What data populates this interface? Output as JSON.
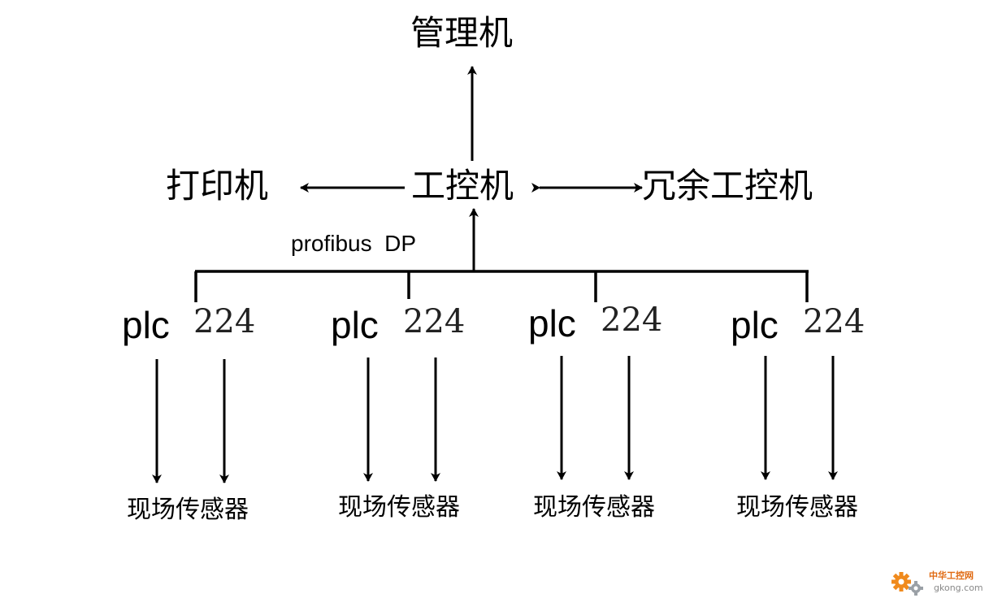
{
  "nodes": {
    "management": "管理机",
    "industrial_pc": "工控机",
    "printer": "打印机",
    "redundant_pc": "冗余工控机"
  },
  "bus_label": "profibus  DP",
  "plcs": [
    {
      "name": "plc",
      "model": "224",
      "sensor": "现场传感器"
    },
    {
      "name": "plc",
      "model": "224",
      "sensor": "现场传感器"
    },
    {
      "name": "plc",
      "model": "224",
      "sensor": "现场传感器"
    },
    {
      "name": "plc",
      "model": "224",
      "sensor": "现场传感器"
    }
  ],
  "watermark": {
    "line1": "中华工控网",
    "line2": "gkong.com",
    "gear_icon": "gear-icon",
    "colors": {
      "orange": "#f08a1c",
      "gray": "#9aa0a6"
    }
  }
}
